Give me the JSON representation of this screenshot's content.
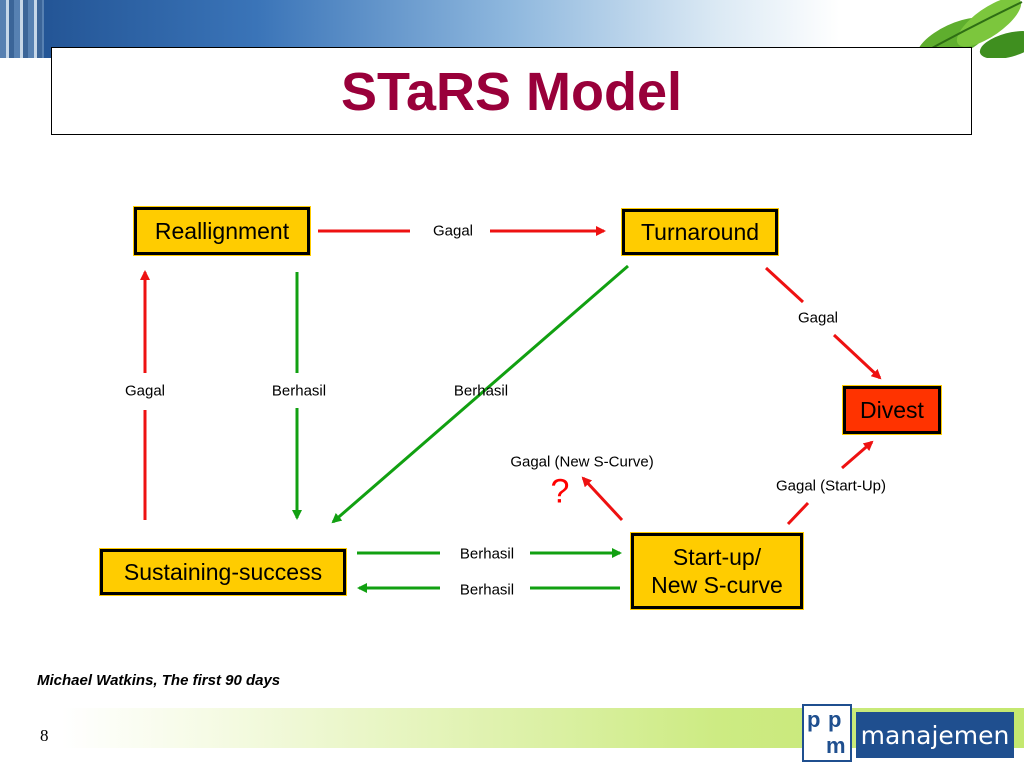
{
  "slide": {
    "title": "STaRS Model",
    "citation": "Michael Watkins, The first 90 days",
    "page_number": "8"
  },
  "nodes": {
    "reallignment": "Reallignment",
    "turnaround": "Turnaround",
    "divest": "Divest",
    "sustaining": "Sustaining-success",
    "startup_line1": "Start-up/",
    "startup_line2": "New S-curve"
  },
  "edges": {
    "realign_to_turnaround": "Gagal",
    "turnaround_to_divest": "Gagal",
    "sustaining_to_realign": "Gagal",
    "realign_to_sustaining": "Berhasil",
    "turnaround_to_sustaining": "Berhasil",
    "startup_to_unknown": "Gagal (New S-Curve)",
    "unknown_mark": "?",
    "startup_to_divest": "Gagal (Start-Up)",
    "sustaining_to_startup": "Berhasil",
    "startup_to_sustaining": "Berhasil"
  },
  "logo": {
    "mark_p1": "p",
    "mark_p2": "p",
    "mark_m": "m",
    "name": "manajemen"
  },
  "colors": {
    "title": "#99003a",
    "node_fill": "#ffcc00",
    "divest_fill": "#ff3300",
    "fail_arrow": "#ee1111",
    "success_arrow": "#11a011",
    "logo_blue": "#1f4f8f"
  },
  "icons": [
    "building-photo",
    "leaf-decoration",
    "ppm-logo"
  ]
}
